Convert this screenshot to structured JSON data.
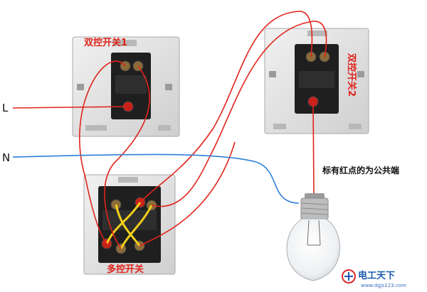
{
  "labels": {
    "switch1": "双控开关1",
    "switch2": "双控开关2",
    "multi_switch": "多控开关",
    "line_L": "L",
    "line_N": "N",
    "common_note": "标有红点的为公共端"
  },
  "watermark": {
    "site": "电工天下",
    "url": "www.dgjs123.com"
  },
  "colors": {
    "live_wire": "#e0241b",
    "neutral_wire": "#2f7fd6",
    "jumper_wire": "#f2cf1a",
    "panel": "#dcdcdc",
    "label_red": "#e0241b"
  }
}
